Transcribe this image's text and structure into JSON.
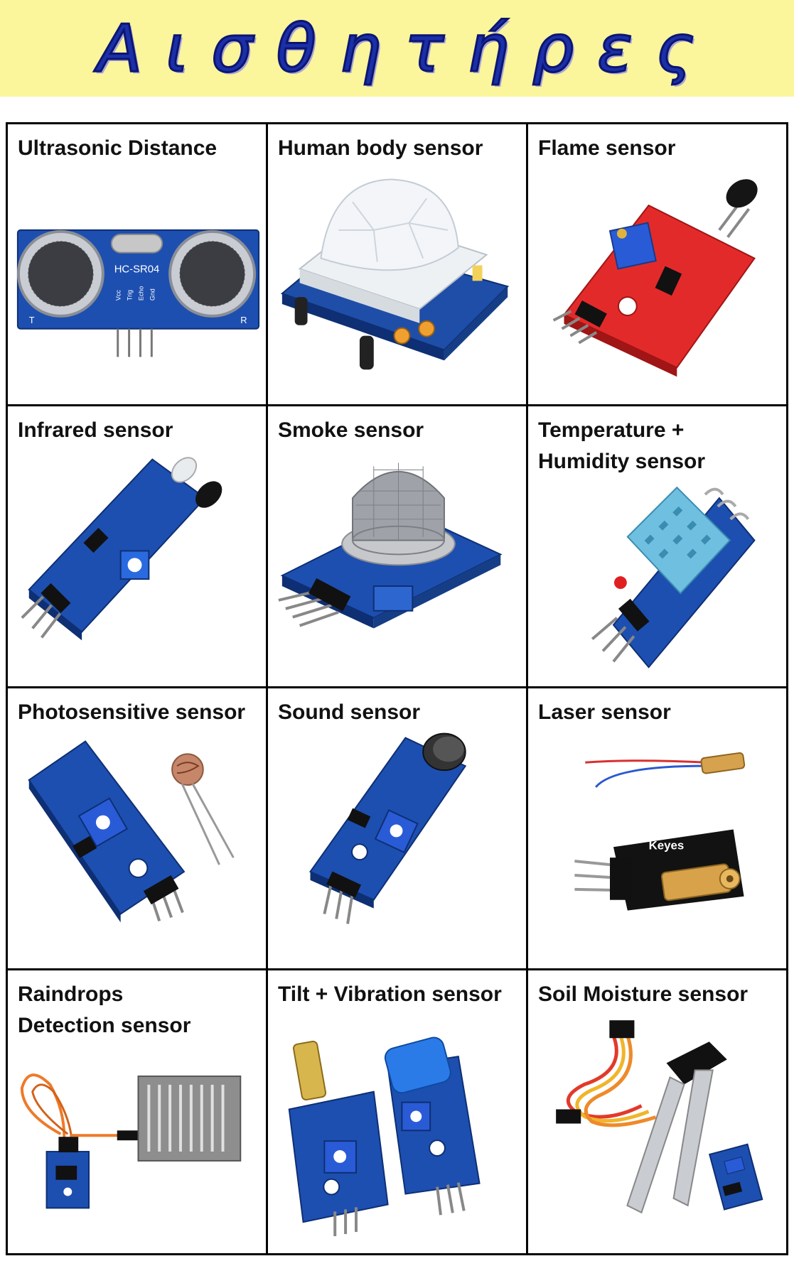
{
  "header": {
    "title": "Αισθητήρες"
  },
  "sensors": [
    {
      "label": "Ultrasonic Distance",
      "icon": "ultrasonic-sensor-icon",
      "chip_text": "HC-SR04",
      "pins": [
        "Vcc",
        "Trig",
        "Echo",
        "Gnd"
      ],
      "marks": [
        "T",
        "R"
      ]
    },
    {
      "label": "Human body sensor",
      "icon": "pir-sensor-icon"
    },
    {
      "label": "Flame sensor",
      "icon": "flame-sensor-icon"
    },
    {
      "label": "Infrared sensor",
      "icon": "infrared-sensor-icon"
    },
    {
      "label": "Smoke sensor",
      "icon": "smoke-sensor-icon"
    },
    {
      "label": "Temperature +\nHumidity sensor",
      "icon": "temperature-humidity-sensor-icon"
    },
    {
      "label": "Photosensitive  sensor",
      "icon": "photosensitive-sensor-icon"
    },
    {
      "label": "Sound sensor",
      "icon": "sound-sensor-icon"
    },
    {
      "label": "Laser sensor",
      "icon": "laser-sensor-icon",
      "brand_text": "Keyes"
    },
    {
      "label": "Raindrops\nDetection sensor",
      "icon": "raindrops-sensor-icon"
    },
    {
      "label": "Tilt + Vibration  sensor",
      "icon": "tilt-vibration-sensor-icon"
    },
    {
      "label": "Soil Moisture sensor",
      "icon": "soil-moisture-sensor-icon"
    }
  ],
  "colors": {
    "banner": "#fbf59c",
    "title": "#1b2fa8",
    "board_blue": "#1d4fb0",
    "board_red": "#e32a2a"
  }
}
